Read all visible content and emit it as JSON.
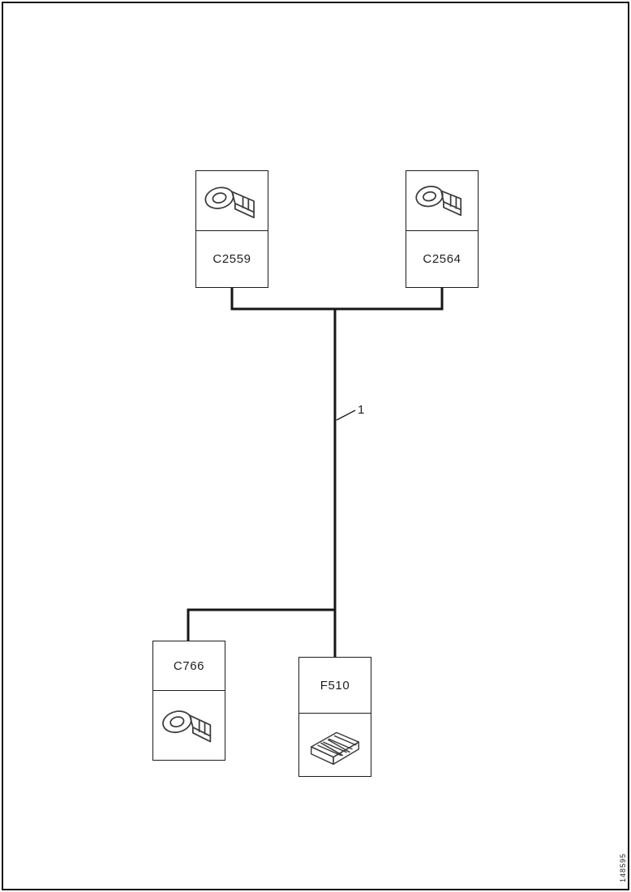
{
  "page": {
    "wire_label": "1",
    "doc_code": "148595"
  },
  "connectors": [
    {
      "id": "C2559",
      "label": "C2559",
      "icon": "ring-terminal-icon"
    },
    {
      "id": "C2564",
      "label": "C2564",
      "icon": "ring-terminal-icon"
    },
    {
      "id": "C766",
      "label": "C766",
      "icon": "ring-terminal-icon"
    },
    {
      "id": "F510",
      "label": "F510",
      "icon": "fuse-box-icon"
    }
  ]
}
